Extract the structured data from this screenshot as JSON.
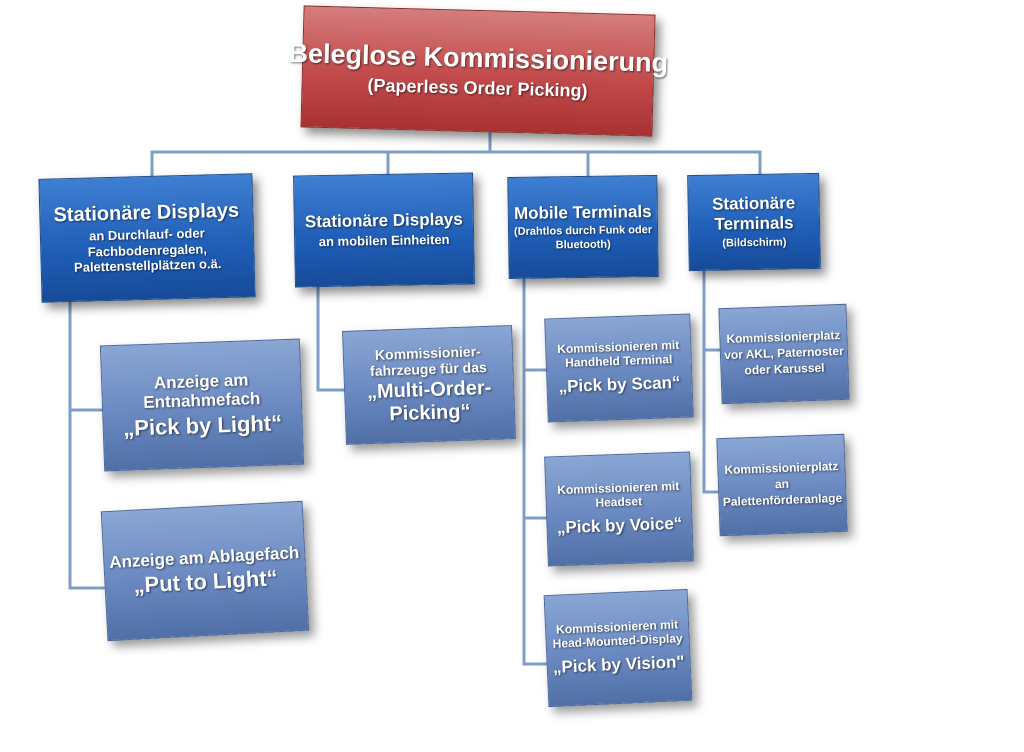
{
  "root": {
    "title": "Beleglose Kommissionierung",
    "subtitle": "(Paperless Order Picking)"
  },
  "categories": [
    {
      "title": "Stationäre Displays",
      "lines": [
        "an Durchlauf- oder",
        "Fachbodenregalen,",
        "Palettenstellplätzen o.ä."
      ],
      "children": [
        {
          "lines": [
            "Anzeige am",
            "Entnahmefach"
          ],
          "quote": "„Pick by Light“"
        },
        {
          "lines": [
            "Anzeige am Ablagefach"
          ],
          "quote": "„Put to Light“"
        }
      ]
    },
    {
      "title": "Stationäre Displays",
      "lines": [
        "an mobilen Einheiten"
      ],
      "children": [
        {
          "lines": [
            "Kommissionier-",
            "fahrzeuge für das"
          ],
          "quote_lines": [
            "„Multi-Order-",
            "Picking“"
          ]
        }
      ]
    },
    {
      "title": "Mobile Terminals",
      "lines": [
        "(Drahtlos durch Funk oder",
        "Bluetooth)"
      ],
      "children": [
        {
          "lines": [
            "Kommissionieren mit",
            "Handheld Terminal"
          ],
          "quote": "„Pick by Scan“"
        },
        {
          "lines": [
            "Kommissionieren mit",
            "Headset"
          ],
          "quote": "„Pick by Voice“"
        },
        {
          "lines": [
            "Kommissionieren mit",
            "Head-Mounted-Display"
          ],
          "quote": "„Pick by Vision\""
        }
      ]
    },
    {
      "title_lines": [
        "Stationäre",
        "Terminals"
      ],
      "lines": [
        "(Bildschirm)"
      ],
      "children": [
        {
          "lines": [
            "Kommissionierplatz",
            "vor AKL, Paternoster",
            "oder Karussel"
          ]
        },
        {
          "lines": [
            "Kommissionierplatz",
            "an",
            "Palettenförderanlage"
          ]
        }
      ]
    }
  ],
  "colors": {
    "root": "#c24a4a",
    "category": "#1f5db6",
    "leaf": "#6a89c1",
    "connector": "#7f9ec6"
  }
}
